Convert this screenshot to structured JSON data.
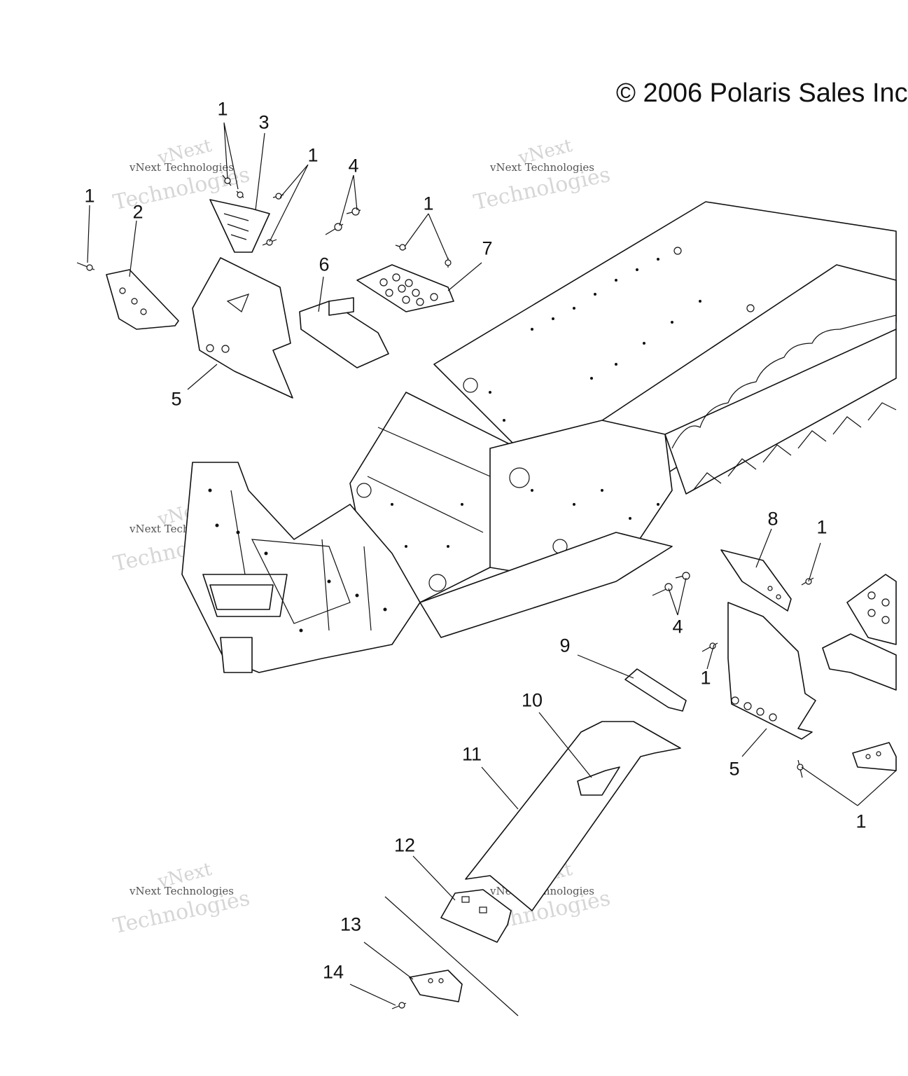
{
  "header": {
    "copyright": "© 2006 Polaris Sales Inc"
  },
  "watermark": {
    "line_small": "vNext Technologies",
    "line_big": "Technologies",
    "line_top": "vNext"
  },
  "callouts": {
    "c1a": "1",
    "c3": "3",
    "c1b": "1",
    "c4a": "4",
    "c1c": "1",
    "c2": "2",
    "c1d": "1",
    "c6": "6",
    "c7": "7",
    "c5a": "5",
    "c8": "8",
    "c1e": "1",
    "c4b": "4",
    "c9": "9",
    "c1f": "1",
    "c10": "10",
    "c11": "11",
    "c5b": "5",
    "c1g": "1",
    "c12": "12",
    "c13": "13",
    "c14": "14"
  }
}
